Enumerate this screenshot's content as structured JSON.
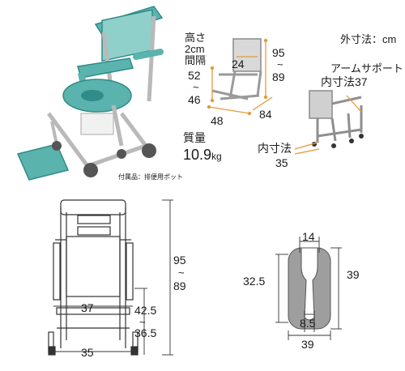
{
  "units_label": "外寸法：cm",
  "photo_caption": "付属品：排便用ポット",
  "seat_gap_label": [
    "高さ",
    "2cm",
    "間隔"
  ],
  "dims_top": {
    "inner_width": "24",
    "height_max": "95",
    "height_tilde": "~",
    "height_min": "89",
    "seat_max": "52",
    "seat_tilde": "~",
    "seat_min": "46",
    "width": "48",
    "depth": "84"
  },
  "weight": {
    "label": "質量",
    "value": "10.9",
    "unit": "kg"
  },
  "armrest": {
    "line1": "アームサポート",
    "line2": "内寸法37"
  },
  "inner": {
    "label": "内寸法",
    "value": "35"
  },
  "front": {
    "height_max": "95",
    "height_tilde": "~",
    "height_min": "89",
    "arm_width": "37",
    "seat_max": "42.5",
    "seat_tilde": "~",
    "seat_min": "36.5",
    "base_width": "35"
  },
  "seat": {
    "hole_width": "14",
    "depth_left": "32.5",
    "depth_right": "39",
    "slot_width": "8.5",
    "total_width": "39"
  },
  "colors": {
    "teal": "#5bb3ae",
    "teal_dark": "#2f8c88",
    "frame": "#b9b9b9",
    "orange": "#e39a3c",
    "line": "#333333"
  }
}
